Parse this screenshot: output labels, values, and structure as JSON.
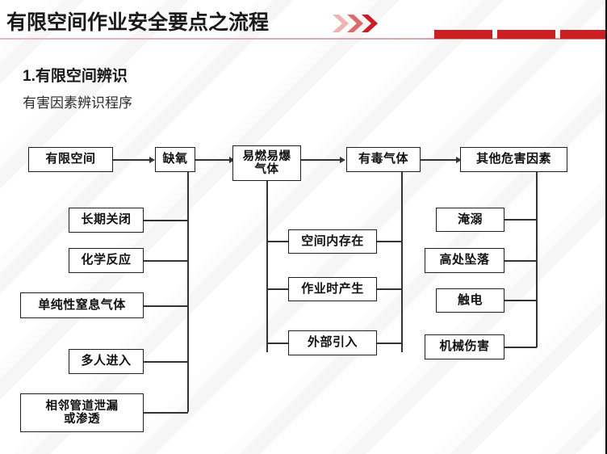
{
  "header": {
    "title": "有限空间作业安全要点之流程",
    "chevron_icon": "double-chevron-right-icon",
    "accent_color": "#cc1f22",
    "rule_color": "#e0a9ab",
    "bars": [
      "bar-1",
      "bar-2",
      "bar-3"
    ]
  },
  "section": {
    "number_title": "1.有限空间辨识",
    "subtitle": "有害因素辨识程序"
  },
  "flow": {
    "top_row": [
      {
        "id": "confined-space",
        "label": "有限空间"
      },
      {
        "id": "oxygen-deficiency",
        "label": "缺氧"
      },
      {
        "id": "flammable-explosive-gas",
        "label": "易燃易爆\n气体"
      },
      {
        "id": "toxic-gas",
        "label": "有毒气体"
      },
      {
        "id": "other-hazard-factors",
        "label": "其他危害因素"
      }
    ],
    "left_branch": {
      "parent": "缺氧",
      "items": [
        {
          "id": "long-term-closure",
          "label": "长期关闭"
        },
        {
          "id": "chemical-reaction",
          "label": "化学反应"
        },
        {
          "id": "simple-asphyxiant-gas",
          "label": "单纯性窒息气体"
        },
        {
          "id": "multiple-people-entry",
          "label": "多人进入"
        },
        {
          "id": "adjacent-pipe-leak",
          "label": "相邻管道泄漏\n或渗透"
        }
      ]
    },
    "middle_branch": {
      "parent_left": "易燃易爆气体",
      "parent_right": "有毒气体",
      "items": [
        {
          "id": "exists-in-space",
          "label": "空间内存在"
        },
        {
          "id": "generated-during-work",
          "label": "作业时产生"
        },
        {
          "id": "introduced-externally",
          "label": "外部引入"
        }
      ]
    },
    "right_branch": {
      "parent": "其他危害因素",
      "items": [
        {
          "id": "drowning",
          "label": "淹溺"
        },
        {
          "id": "fall-from-height",
          "label": "高处坠落"
        },
        {
          "id": "electric-shock",
          "label": "触电"
        },
        {
          "id": "mechanical-injury",
          "label": "机械伤害"
        }
      ]
    }
  }
}
